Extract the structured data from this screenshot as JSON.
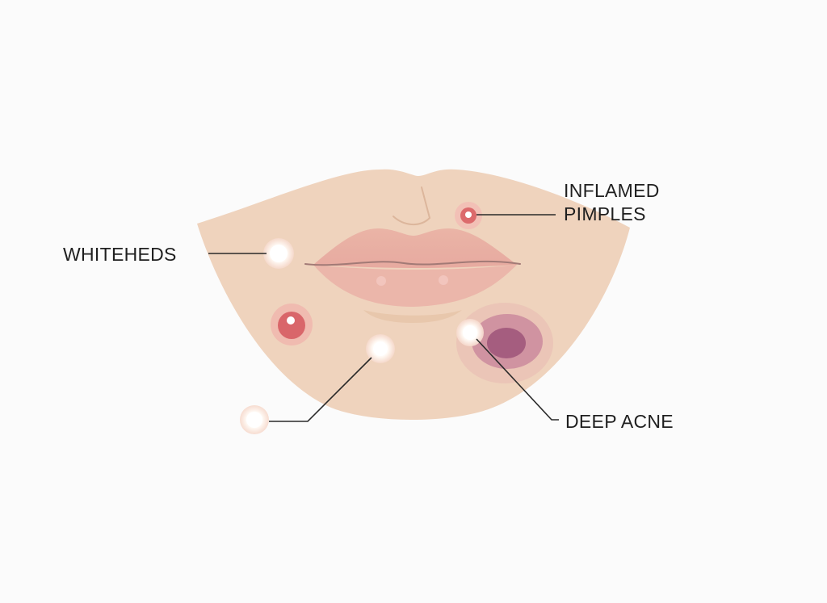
{
  "labels": {
    "inflamed_line1": "INFLAMED",
    "inflamed_line2": "PIMPLES",
    "whiteheads": "WHITEHEDS",
    "deep_acne": "DEEP ACNE"
  },
  "colors": {
    "background": "#fbfbfb",
    "skin": "#efd3bd",
    "lips": "#e9b1a3",
    "inflamed_red": "#d9666a",
    "deep_acne_purple": "#a2587a",
    "whitehead": "#ffffff",
    "leader_line": "#2a2a2a"
  }
}
